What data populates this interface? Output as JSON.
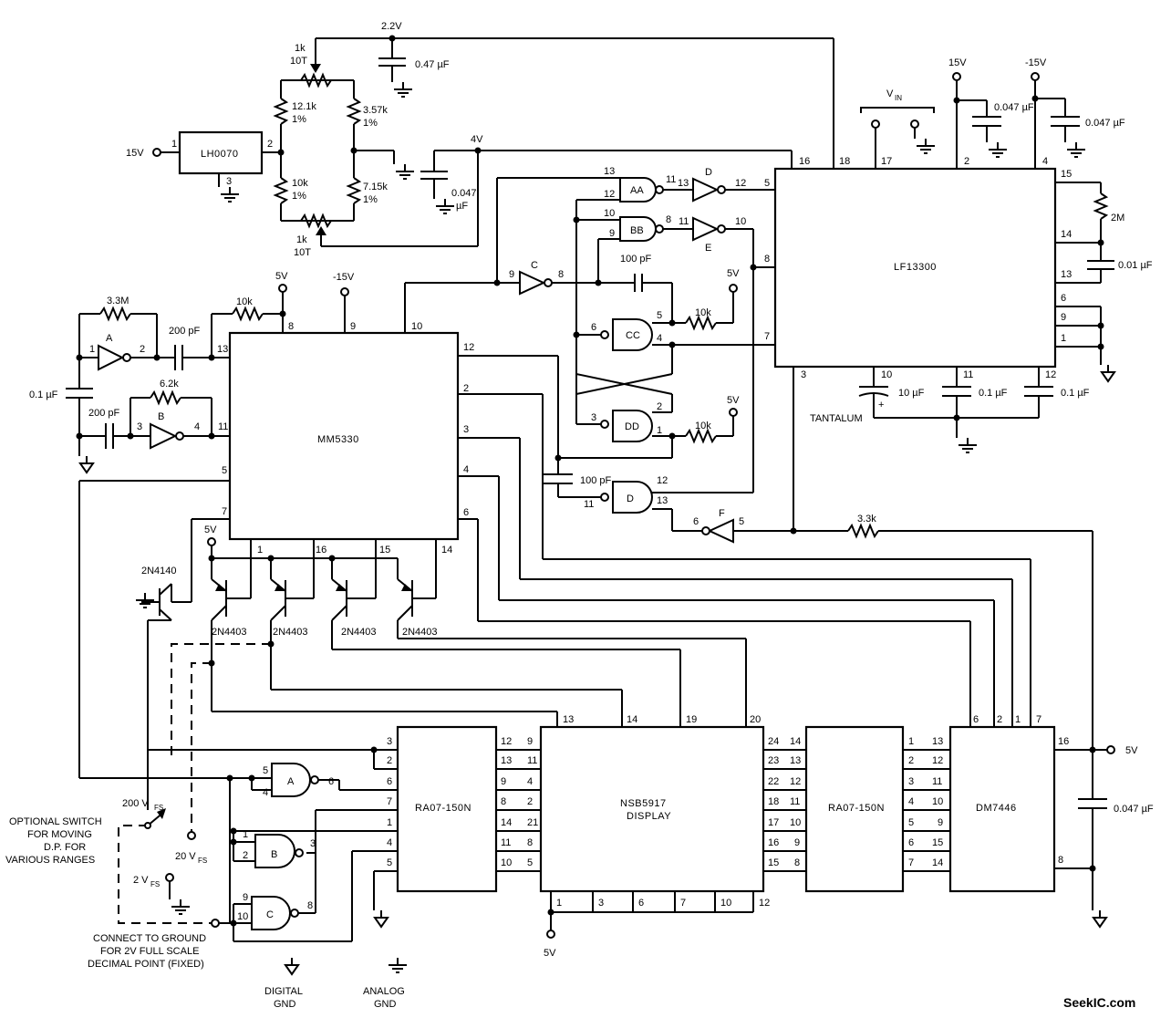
{
  "chips": {
    "lh0070": "LH0070",
    "mm5330": "MM5330",
    "lf13300": "LF13300",
    "ra07_left": "RA07-150N",
    "ra07_right": "RA07-150N",
    "display_line1": "NSB5917",
    "display_line2": "DISPLAY",
    "dm7446": "DM7446"
  },
  "gates": {
    "nand_aa": "AA",
    "nand_bb": "BB",
    "nand_cc": "CC",
    "nand_dd": "DD",
    "nand_d": "D",
    "inv_a": "A",
    "inv_b": "B",
    "inv_c": "C",
    "inv_d": "D",
    "inv_e": "E",
    "inv_f": "F",
    "nand_a_bottom": "A",
    "nand_b_bottom": "B",
    "nand_c_bottom": "C"
  },
  "transistors": {
    "q_npn": "2N4140",
    "q1": "2N4403",
    "q2": "2N4403",
    "q3": "2N4403",
    "q4": "2N4403"
  },
  "values": {
    "v15_in": "15V",
    "v22": "2.2V",
    "v4": "4V",
    "v5_mm": "5V",
    "vm15_mm": "-15V",
    "v15_lf": "15V",
    "vm15_lf": "-15V",
    "v5_r1": "5V",
    "v5_r2": "5V",
    "v5_trans": "5V",
    "v5_disp": "5V",
    "v5_right": "5V",
    "vin_main": "V",
    "vin_sub": "IN",
    "pot_top_a": "1k",
    "pot_top_b": "10T",
    "pot_bot_a": "1k",
    "pot_bot_b": "10T",
    "r_121": "12.1k",
    "r_121_tol": "1%",
    "r_357": "3.57k",
    "r_357_tol": "1%",
    "r_10k": "10k",
    "r_10k_tol": "1%",
    "r_715": "7.15k",
    "r_715_tol": "1%",
    "c_047_top": "0.47 µF",
    "c_0047_4v_a": "0.047",
    "c_0047_4v_b": "µF",
    "c_0047_15": "0.047 µF",
    "c_0047_m15": "0.047 µF",
    "r_2m": "2M",
    "c_001": "0.01 µF",
    "c_10uf": "10 µF",
    "c_tantalum": "TANTALUM",
    "c_01_a": "0.1 µF",
    "c_01_b": "0.1 µF",
    "r_33m": "3.3M",
    "r_10k_mm": "10k",
    "c_200_a": "200 pF",
    "c_200_b": "200 pF",
    "c_01_left": "0.1 µF",
    "r_62k": "6.2k",
    "c_100_top": "100 pF",
    "c_100_bot": "100 pF",
    "r_10k_cc": "10k",
    "r_10k_dd": "10k",
    "r_33k": "3.3k",
    "c_0047_right": "0.047 µF",
    "plus_sign": "+"
  },
  "annotations": {
    "v200fs_a": "200 V",
    "v200fs_b": "FS",
    "v20fs_a": "20 V",
    "v20fs_b": "FS",
    "v2fs_a": "2 V",
    "v2fs_b": "FS",
    "opt_line1": "OPTIONAL SWITCH",
    "opt_line2": "FOR MOVING",
    "opt_line3": "D.P. FOR",
    "opt_line4": "VARIOUS RANGES",
    "conn_line1": "CONNECT TO GROUND",
    "conn_line2": "FOR 2V FULL SCALE",
    "conn_line3": "DECIMAL POINT (FIXED)",
    "dgnd_a": "DIGITAL",
    "dgnd_b": "GND",
    "agnd_a": "ANALOG",
    "agnd_b": "GND",
    "watermark": "SeekIC.com"
  }
}
